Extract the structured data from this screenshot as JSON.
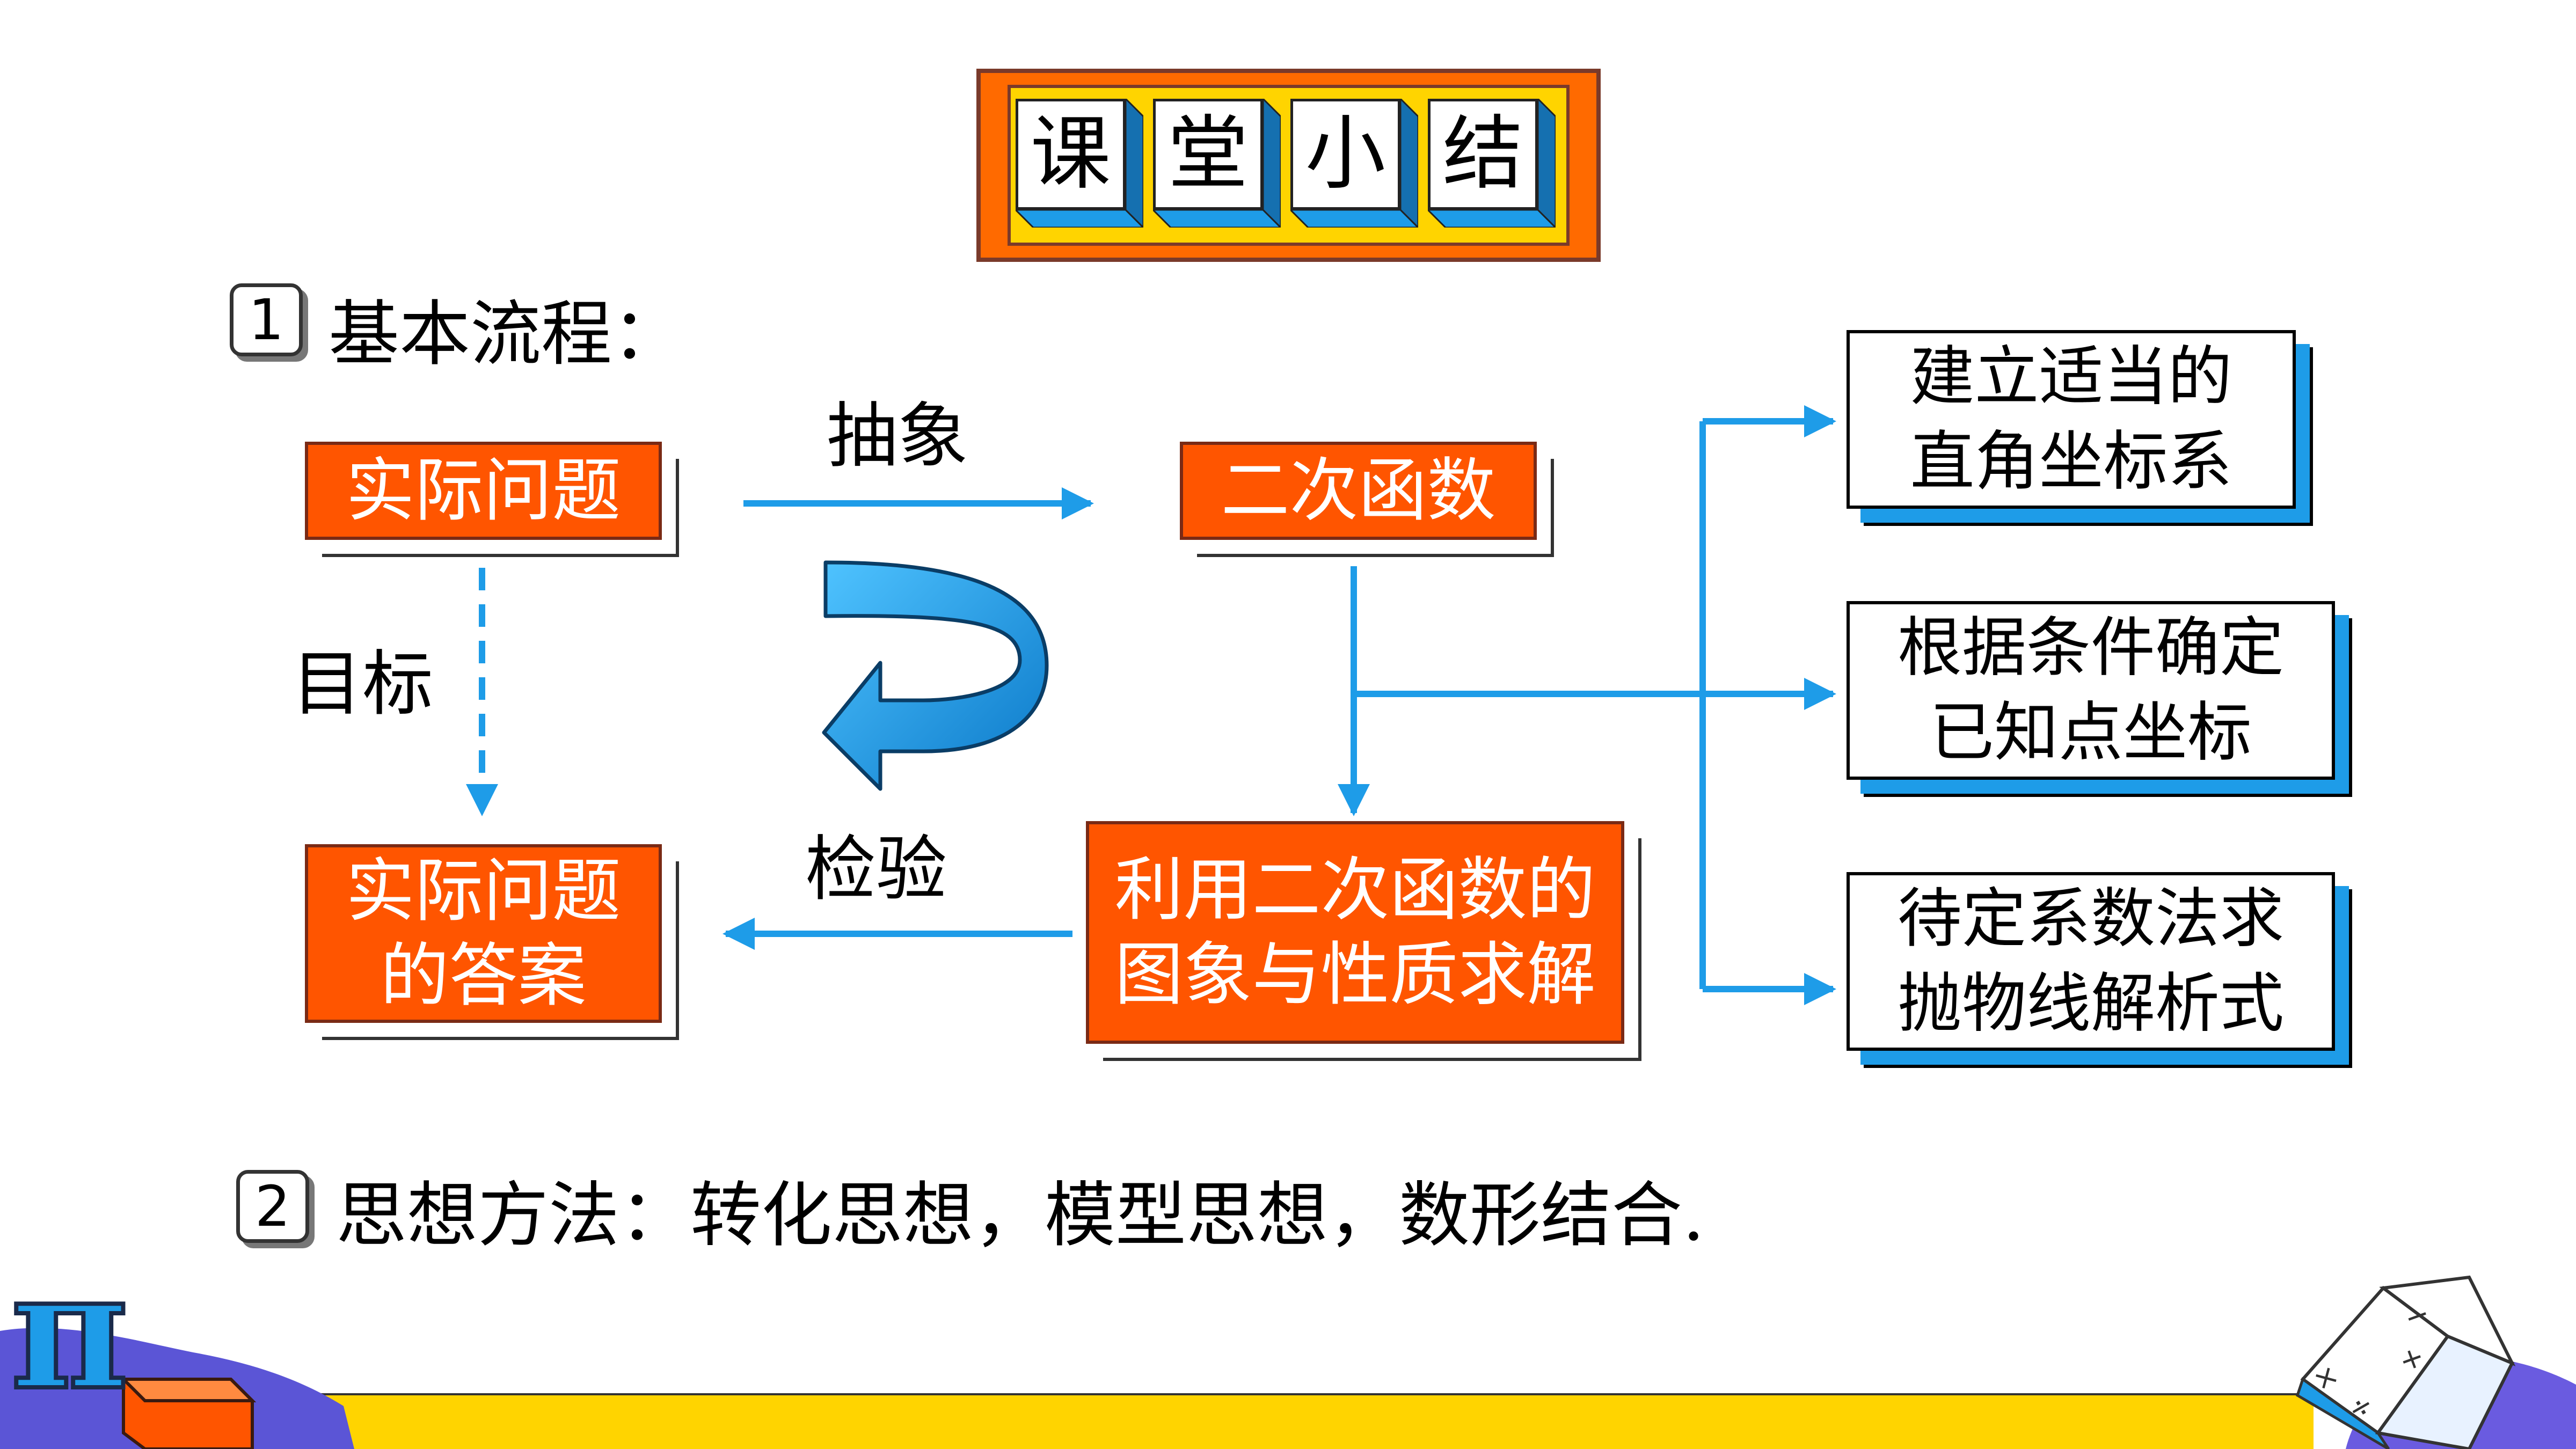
{
  "title": {
    "chars": [
      "课",
      "堂",
      "小",
      "结"
    ]
  },
  "section1": {
    "number": "1",
    "heading": "基本流程："
  },
  "section2": {
    "number": "2",
    "text": "思想方法：转化思想，模型思想，数形结合."
  },
  "flow": {
    "box_problem": "实际问题",
    "box_function": "二次函数",
    "box_answer_line1": "实际问题",
    "box_answer_line2": "的答案",
    "box_solve_line1": "利用二次函数的",
    "box_solve_line2": "图象与性质求解",
    "label_abstract": "抽象",
    "label_goal": "目标",
    "label_check": "检验"
  },
  "steps": {
    "step1_line1": "建立适当的",
    "step1_line2": "直角坐标系",
    "step2_line1": "根据条件确定",
    "step2_line2": "已知点坐标",
    "step3_line1": "待定系数法求",
    "step3_line2": "抛物线解析式"
  },
  "decorations": {
    "pi_symbol": "π",
    "book_symbols": [
      "−",
      "+",
      "×",
      "÷"
    ]
  },
  "colors": {
    "orange": "#FF5500",
    "banner_orange": "#FF6A00",
    "yellow": "#FFD400",
    "blue": "#1E9CE8",
    "purple": "#5B55D6"
  }
}
